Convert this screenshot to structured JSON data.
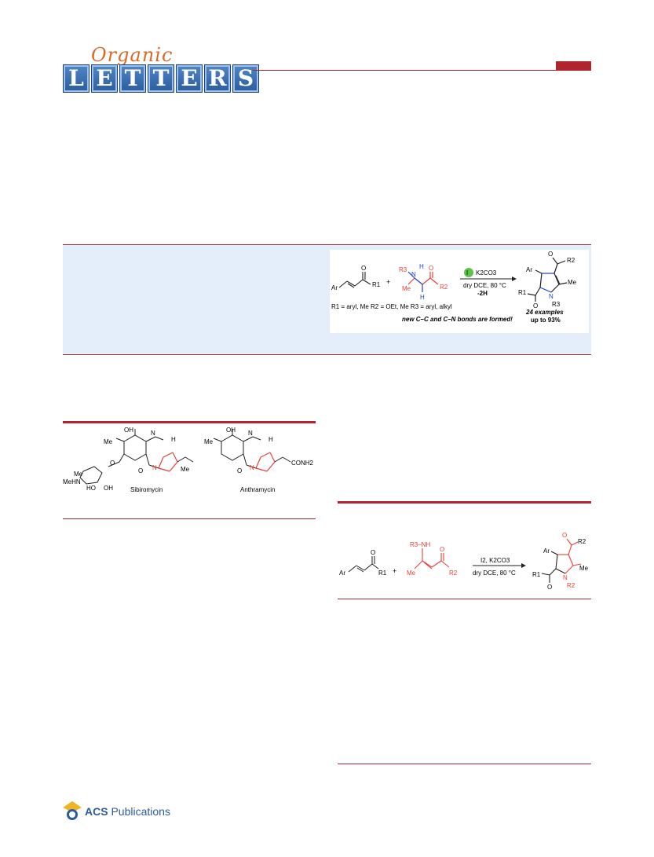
{
  "journal": {
    "logo_script": "Organic",
    "logo_letters": [
      "L",
      "E",
      "T",
      "T",
      "E",
      "R",
      "S"
    ]
  },
  "toc_graphic": {
    "reagent_top": "K2CO3",
    "conditions_line1": "dry DCE, 80 °C",
    "conditions_line2": "-2H",
    "r3_label": "R3",
    "h_label": "H",
    "me_label": "Me",
    "r1_label": "R1",
    "r2_label": "R2",
    "ar_label": "Ar",
    "n_label": "N",
    "o_label": "O",
    "substituents": "R1 = aryl, Me   R2 = OEt, Me   R3 = aryl, alkyl",
    "bonds_note": "new C–C and C–N bonds are formed!",
    "examples": "24 examples",
    "yield": "up to 93%"
  },
  "figure1": {
    "compound1": "Sibiromycin",
    "compound2": "Anthramycin",
    "labels": {
      "oh": "OH",
      "me": "Me",
      "meh": "MeHN",
      "ho": "HO",
      "o": "O",
      "n": "N",
      "h": "H",
      "conh2": "CONH2"
    }
  },
  "scheme1": {
    "conditions_top": "I2, K2CO3",
    "conditions_bottom": "dry DCE, 80 °C",
    "nh_label": "R3–NH",
    "me_label": "Me",
    "r1_label": "R1",
    "r2_label": "R2",
    "ar_label": "Ar",
    "n_label": "N",
    "o_label": "O"
  },
  "publisher": {
    "name_bold": "ACS",
    "name_rest": " Publications"
  },
  "colors": {
    "brand_red": "#b0252b",
    "abstract_bg": "#e3eefa",
    "highlight_red": "#e8403a",
    "highlight_blue": "#1f3fd6"
  }
}
